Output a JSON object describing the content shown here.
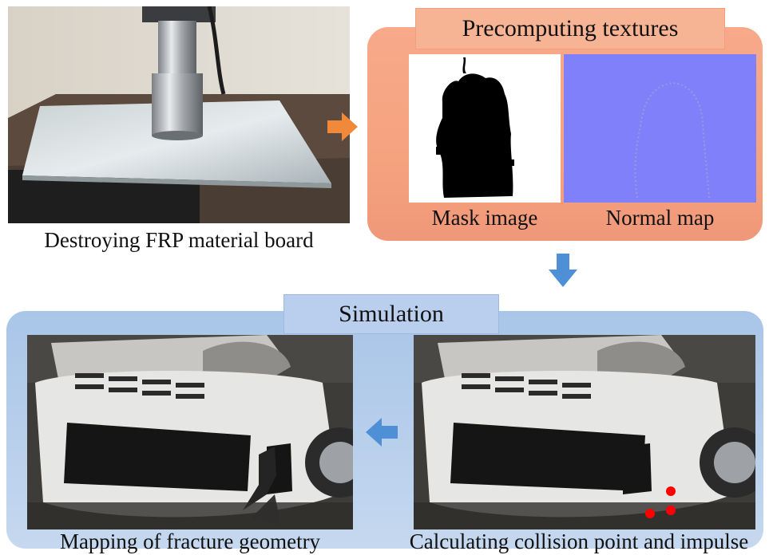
{
  "photo": {
    "caption": "Destroying FRP material board"
  },
  "precompute": {
    "title": "Precomputing textures",
    "mask_caption": "Mask image",
    "normal_caption": "Normal map",
    "normal_map_color": "#8080fb"
  },
  "simulation": {
    "title": "Simulation",
    "left_caption": "Mapping of fracture geometry",
    "right_caption": "Calculating collision point and impulse",
    "collision_point_color": "#ff0000"
  },
  "colors": {
    "precompute_panel": "#f5a37f",
    "simulation_panel": "#b5cdeb",
    "arrow_orange": "#f08a3a",
    "arrow_blue": "#4f8fd6"
  }
}
